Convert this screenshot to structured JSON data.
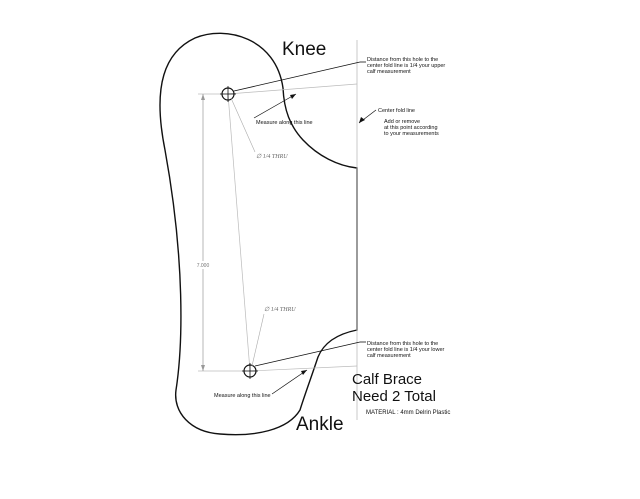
{
  "labels": {
    "knee": "Knee",
    "ankle": "Ankle",
    "title_line1": "Calf Brace",
    "title_line2": "Need 2 Total",
    "material": "MATERIAL : 4mm Delrin Plastic"
  },
  "notes": {
    "upper_hole_line1": "Distance from this hole to the",
    "upper_hole_line2": "center fold line is 1/4 your upper",
    "upper_hole_line3": "calf measurement",
    "center_fold": "Center fold line",
    "adjust_line1": "Add or remove",
    "adjust_line2": "at this point according",
    "adjust_line3": "to your measurements",
    "measure_upper": "Measure along this line",
    "lower_hole_line1": "Distance from this hole to the",
    "lower_hole_line2": "center fold line is 1/4 your lower",
    "lower_hole_line3": "calf measurement",
    "measure_lower": "Measure along this line"
  },
  "dimensions": {
    "upper_hole": "∅ 1/4 THRU",
    "lower_hole": "∅ 1/4 THRU",
    "vertical": "7.000"
  },
  "colors": {
    "outline": "#111111",
    "construction": "#bbbbbb",
    "dimension": "#999999"
  }
}
